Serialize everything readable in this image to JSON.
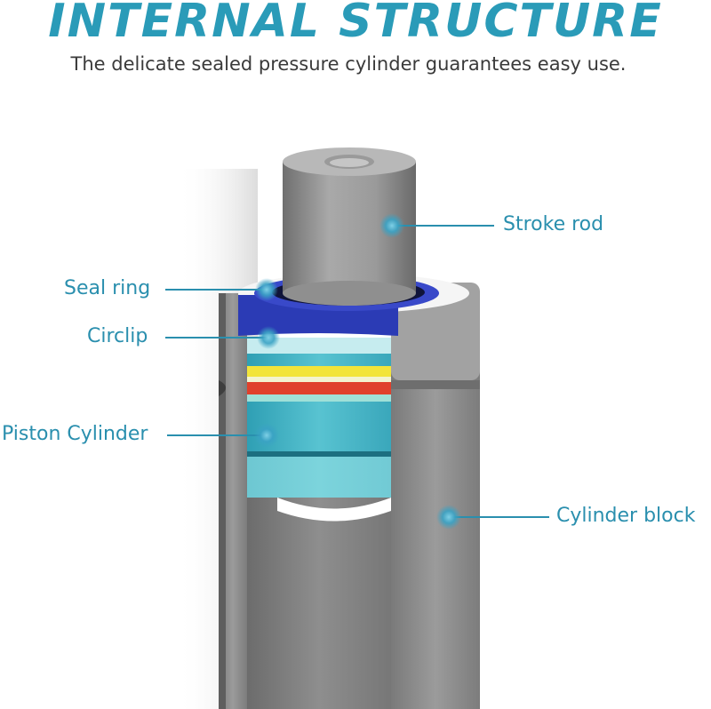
{
  "header": {
    "title": "INTERNAL STRUCTURE",
    "subtitle": "The delicate sealed pressure cylinder guarantees easy use."
  },
  "callouts": {
    "stroke_rod": "Stroke rod",
    "seal_ring": "Seal ring",
    "circlip": "Circlip",
    "piston_cylinder": "Piston Cylinder",
    "cylinder_block": "Cylinder block"
  },
  "colors": {
    "title": "#2a9bb8",
    "callout": "#2a8fae",
    "seal_ring": "#2b3bb5",
    "yellow_band": "#f2e43a",
    "red_band": "#e0402c",
    "piston": "#45b7c8",
    "piston_light": "#8fdde2",
    "metal": "#8a8a8a"
  }
}
